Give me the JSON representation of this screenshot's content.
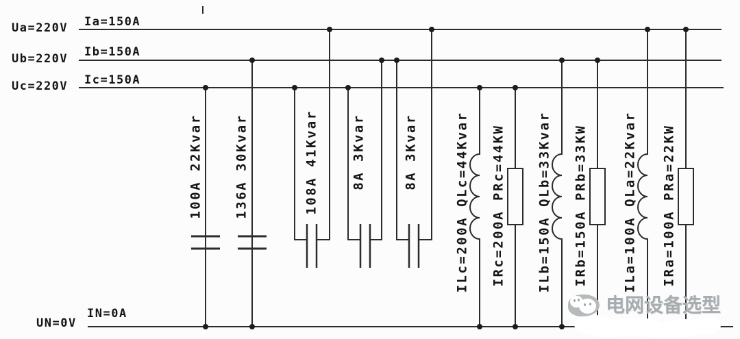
{
  "diagram": {
    "buses": [
      {
        "name": "phase-a",
        "voltage": "Ua=220V",
        "current": "Ia=150A"
      },
      {
        "name": "phase-b",
        "voltage": "Ub=220V",
        "current": "Ib=150A"
      },
      {
        "name": "phase-c",
        "voltage": "Uc=220V",
        "current": "Ic=150A"
      },
      {
        "name": "neutral",
        "voltage": "UN=0V",
        "current": "IN=0A"
      }
    ],
    "branches": [
      {
        "label": "100A 22Kvar",
        "component": "capacitor",
        "connection": "phase-c to neutral"
      },
      {
        "label": "136A 30Kvar",
        "component": "capacitor",
        "connection": "phase-b to neutral"
      },
      {
        "label": "108A 41Kvar",
        "component": "capacitor",
        "connection": "phase-c to phase-a"
      },
      {
        "label": "8A 3Kvar",
        "component": "capacitor",
        "connection": "phase-c to phase-b"
      },
      {
        "label": "8A 3Kvar",
        "component": "capacitor",
        "connection": "phase-b to phase-a"
      },
      {
        "label": "ILc=200A QLc=44Kvar",
        "component": "inductor",
        "connection": "phase-c to neutral"
      },
      {
        "label": "IRc=200A PRc=44KW",
        "component": "resistor",
        "connection": "phase-c to neutral"
      },
      {
        "label": "ILb=150A QLb=33Kvar",
        "component": "inductor",
        "connection": "phase-b to neutral"
      },
      {
        "label": "IRb=150A PRb=33KW",
        "component": "resistor",
        "connection": "phase-b to neutral"
      },
      {
        "label": "ILa=100A QLa=22Kvar",
        "component": "inductor",
        "connection": "phase-a to neutral"
      },
      {
        "label": "IRa=100A PRa=22KW",
        "component": "resistor",
        "connection": "phase-a to neutral"
      }
    ],
    "watermark": {
      "text": "电网设备选型"
    },
    "colors": {
      "wire": "#2b2b2b",
      "text": "#151515",
      "watermark": "#a8acae",
      "background": "#fcfcfc"
    }
  }
}
